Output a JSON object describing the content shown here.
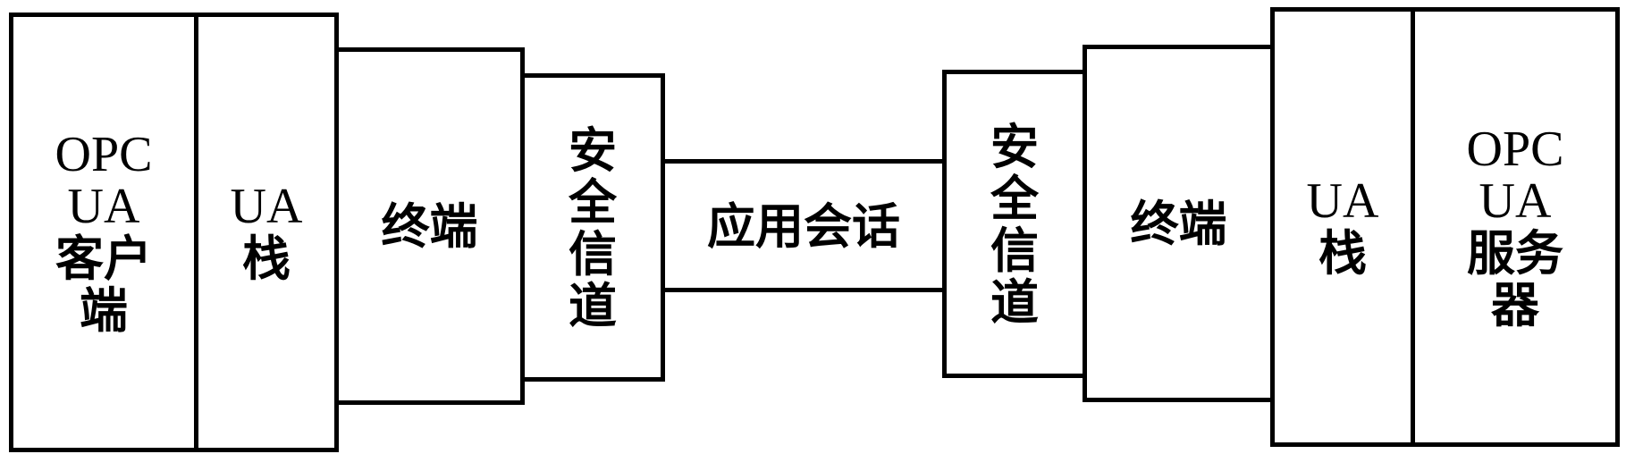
{
  "client": {
    "app": {
      "lines": [
        "OPC",
        "UA",
        "客户",
        "端"
      ]
    },
    "stack": {
      "lines": [
        "UA",
        "栈"
      ]
    },
    "terminal": {
      "lines": [
        "终端"
      ]
    },
    "channel": {
      "lines": [
        "安",
        "全",
        "信",
        "道"
      ]
    }
  },
  "session": {
    "label": "应用会话"
  },
  "server": {
    "channel": {
      "lines": [
        "安",
        "全",
        "信",
        "道"
      ]
    },
    "terminal": {
      "lines": [
        "终端"
      ]
    },
    "stack": {
      "lines": [
        "UA",
        "栈"
      ]
    },
    "app": {
      "lines": [
        "OPC",
        "UA",
        "服务",
        "器"
      ]
    }
  }
}
